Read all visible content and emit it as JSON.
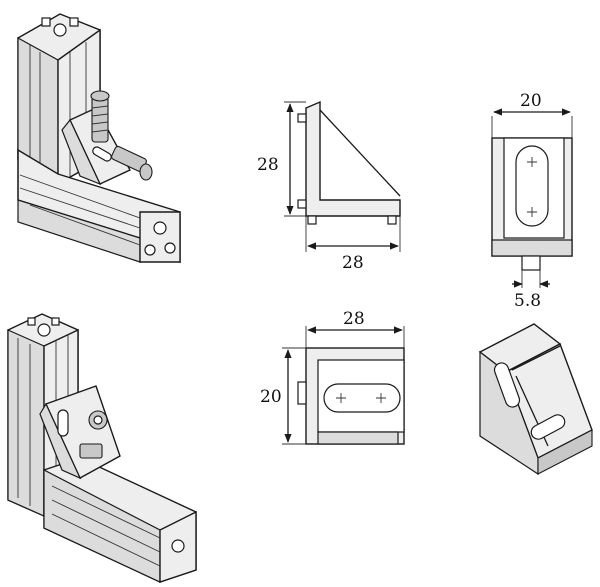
{
  "dimensions": {
    "side_height": "28",
    "side_width": "28",
    "front_width": "20",
    "bolt_offset": "5.8",
    "top_width": "28",
    "top_depth": "20"
  },
  "colors": {
    "line": "#1a1a1a",
    "face": "#eeeeee",
    "shade": "#c8c8c8"
  }
}
